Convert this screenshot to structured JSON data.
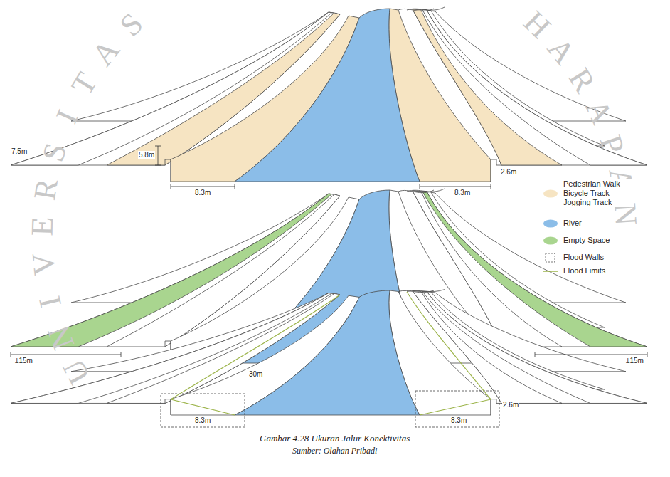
{
  "diagram": {
    "caption": "Gambar 4.28 Ukuran Jalur Konektivitas",
    "labels": [
      "7.5m",
      "5.8m",
      "8.3m",
      "8.3m",
      "2.6m",
      "±15m",
      "±15m",
      "30m",
      "2.6m",
      "8.3m",
      "8.3m",
      "Sumber: Olahan Pribadi",
      "UNIVERSITAS",
      "HARAPAN"
    ],
    "legend": [
      {
        "text": "Pedestrian Walk Bicycle Track Jogging Track",
        "color": "#f6e4c2"
      },
      {
        "text": "River",
        "color": "#8bbde8"
      },
      {
        "text": "Empty Space",
        "color": "#a9d58f"
      },
      {
        "text": "Flood Walls"
      },
      {
        "text": "Flood Limits"
      }
    ]
  }
}
